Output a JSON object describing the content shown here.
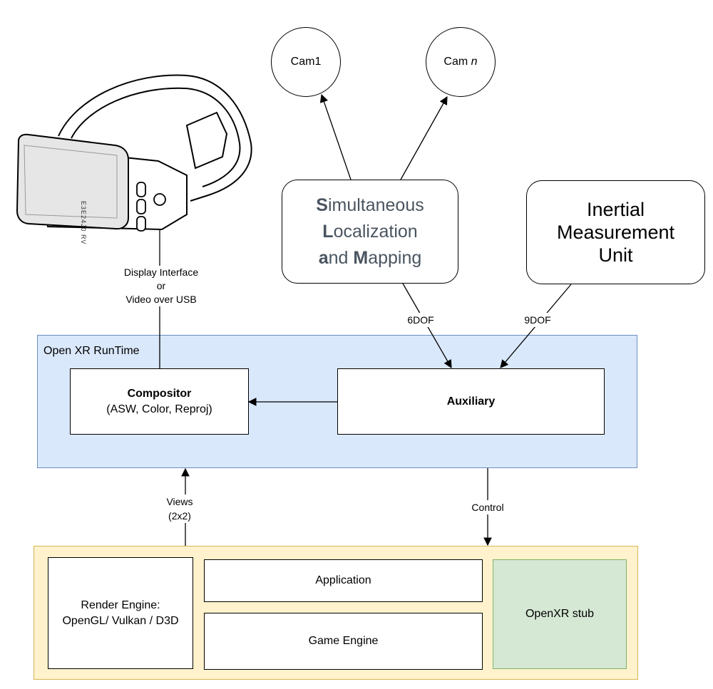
{
  "headset": {
    "icon": "vr-headset-icon",
    "side_text": "E3E24J0 RV"
  },
  "cameras": {
    "cam1": "Cam1",
    "camn_prefix": "Cam ",
    "camn_italic": "n"
  },
  "slam": {
    "l1_bold": "S",
    "l1_rest": "imultaneous",
    "l2_bold": "L",
    "l2_rest": "ocalization",
    "l3_bold1": "a",
    "l3_mid": "nd ",
    "l3_bold2": "M",
    "l3_rest": "apping",
    "text_color": "#4a5560"
  },
  "imu": {
    "line1": "Inertial",
    "line2": "Measurement",
    "line3": "Unit"
  },
  "edges": {
    "dof6": "6DOF",
    "dof9": "9DOF",
    "display_1": "Display Interface",
    "display_2": "or",
    "display_3": "Video over USB",
    "views_1": "Views",
    "views_2": "(2x2)",
    "control": "Control"
  },
  "runtime": {
    "title": "Open XR RunTime",
    "fill": "#dae8fc",
    "stroke": "#6c8ebf",
    "compositor_title": "Compositor",
    "compositor_sub": "(ASW, Color, Reproj)",
    "auxiliary": "Auxiliary"
  },
  "app_layer": {
    "fill": "#fff2cc",
    "stroke": "#d6b656",
    "render_1": "Render Engine:",
    "render_2": "OpenGL/ Vulkan / D3D",
    "application": "Application",
    "game_engine": "Game Engine",
    "stub": "OpenXR stub",
    "stub_fill": "#d5e8d4",
    "stub_stroke": "#82b366"
  }
}
